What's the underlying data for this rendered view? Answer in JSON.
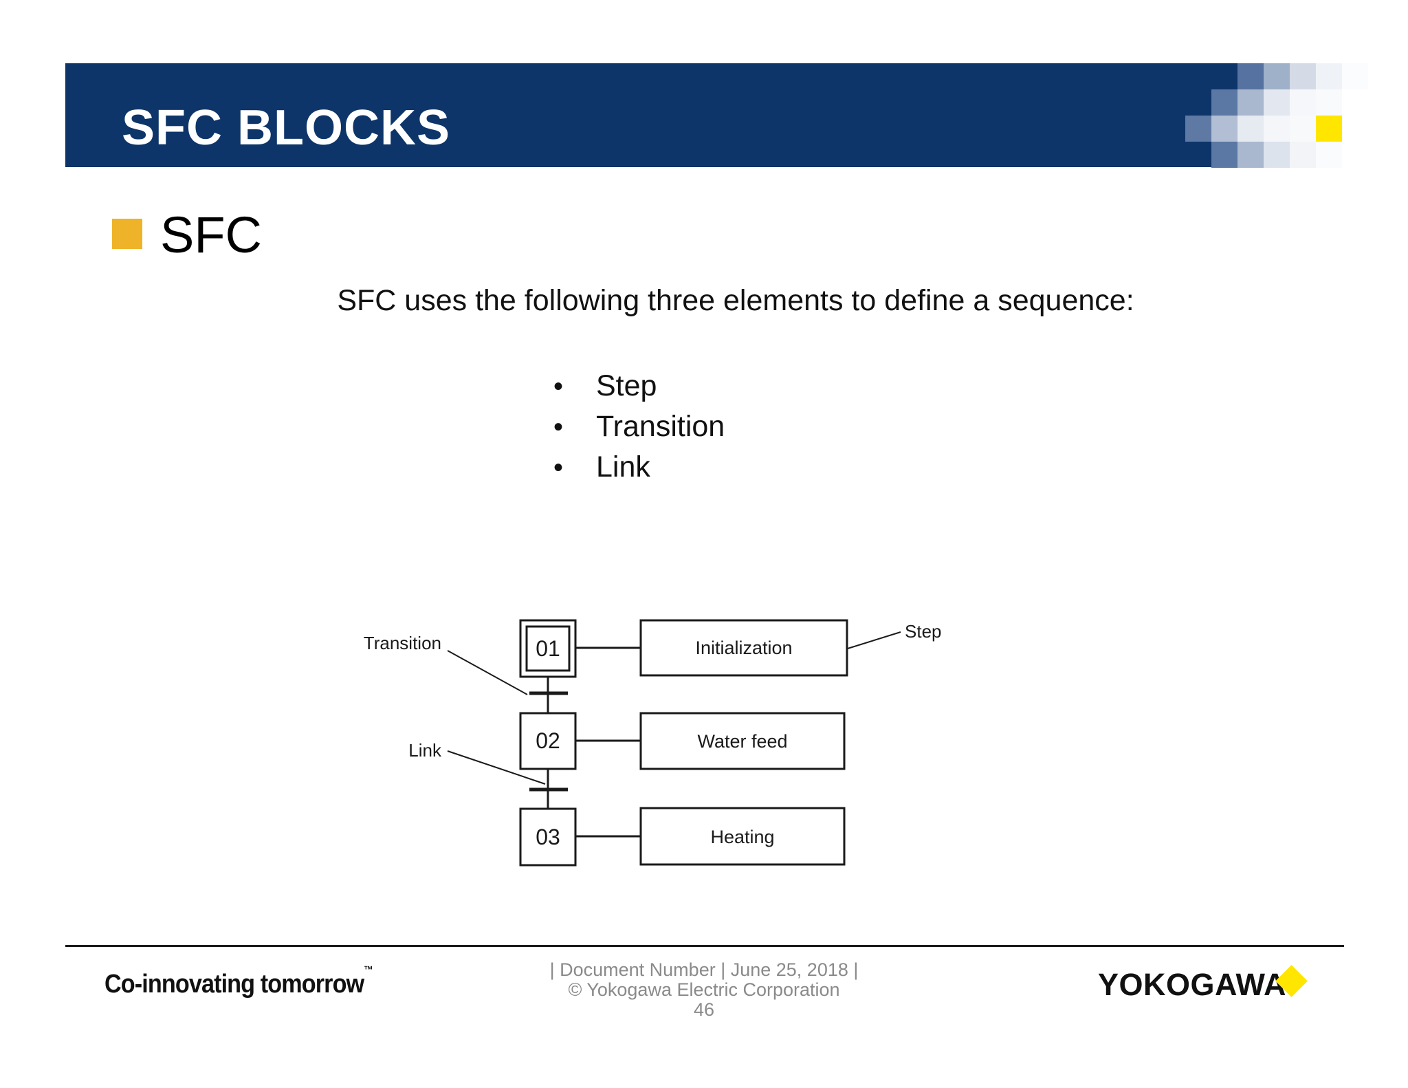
{
  "header": {
    "title": "SFC BLOCKS",
    "bar_color": "#0D3569",
    "accent_yellow": "#FFE600",
    "mosaic": {
      "cell": 38,
      "rows": [
        [
          null,
          "#0D3569",
          "#5572A0",
          "#9FB0C9",
          "#D4DBE7",
          "#EFF2F7",
          "#FBFCFD"
        ],
        [
          null,
          "#5B77A3",
          "#A9B8CE",
          "#E3E8F0",
          "#F5F7FA",
          "#F8FAFC",
          null
        ],
        [
          "#5E79A4",
          "#B1BED3",
          "#E6EAF1",
          "#F4F6F9",
          "#F7F9FB",
          "#FFE600",
          null
        ],
        [
          null,
          "#5B77A3",
          "#A9B8CE",
          "#DDE3EC",
          "#F2F4F8",
          "#FAFBFD",
          null
        ]
      ]
    }
  },
  "heading": {
    "text": "SFC",
    "bullet_color": "#EFB32A"
  },
  "intro": "SFC uses the following three elements to define a sequence:",
  "bullets": [
    {
      "dot": "•",
      "label": "Step"
    },
    {
      "dot": "•",
      "label": "Transition"
    },
    {
      "dot": "•",
      "label": "Link"
    }
  ],
  "diagram": {
    "steps": [
      {
        "id": "01",
        "action": "Initialization"
      },
      {
        "id": "02",
        "action": "Water feed"
      },
      {
        "id": "03",
        "action": "Heating"
      }
    ],
    "labels": {
      "transition": "Transition",
      "link": "Link",
      "step": "Step"
    }
  },
  "footer": {
    "tagline": "Co-innovating tomorrow",
    "tagline_tm": "™",
    "doc_line": "| Document Number | June 25, 2018 |",
    "copyright": "© Yokogawa Electric Corporation",
    "page_number": "46",
    "brand": "YOKOGAWA",
    "text_color": "#8a8a8a"
  }
}
